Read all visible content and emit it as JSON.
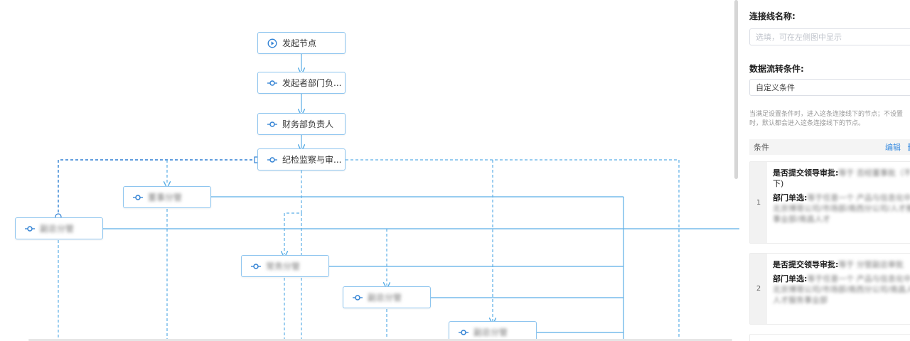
{
  "flow": {
    "nodes": [
      {
        "id": "start",
        "label": "发起节点",
        "icon": "play-circle-icon",
        "blurred": false
      },
      {
        "id": "n1",
        "label": "发起者部门负...",
        "icon": "node-icon",
        "blurred": false
      },
      {
        "id": "n2",
        "label": "财务部负责人",
        "icon": "node-icon",
        "blurred": false
      },
      {
        "id": "n3",
        "label": "纪检监察与审...",
        "icon": "node-icon",
        "blurred": false
      },
      {
        "id": "b1",
        "label": "董事分管",
        "icon": "node-icon",
        "blurred": true
      },
      {
        "id": "b2",
        "label": "副总分管",
        "icon": "node-icon",
        "blurred": true
      },
      {
        "id": "b3",
        "label": "常务分管",
        "icon": "node-icon",
        "blurred": true
      },
      {
        "id": "b4",
        "label": "副总分管",
        "icon": "node-icon",
        "blurred": true
      },
      {
        "id": "b5",
        "label": "副总分管",
        "icon": "node-icon",
        "blurred": true
      }
    ],
    "edge_color": "#5aaee6",
    "selected_edge_color": "#2d7fd3"
  },
  "panel": {
    "name_label": "连接线名称:",
    "name_placeholder": "选填，可在左侧图中显示",
    "cond_label": "数据流转条件:",
    "cond_value": "自定义条件",
    "hint_line1": "当满足设置条件时，进入这条连接线下的节点；不设置",
    "hint_line2": "时，默认都会进入这条连接线下的节点。",
    "cond_header": "条件",
    "edit_link": "编辑",
    "delete_link": "删",
    "conditions": [
      {
        "num": "1",
        "k1": "是否提交领导审批:",
        "v1": "等于 否经董事批（不",
        "v1b": "下)",
        "k2": "部门单选:",
        "v2": "等于任意一个 产品与信息化中",
        "v2b": "北京博哥公司/市场部/南西分公司/人才推",
        "v2c": "事业部/南昌人才"
      },
      {
        "num": "2",
        "k1": "是否提交领导审批:",
        "v1": "等于 分管副总审批",
        "k2": "部门单选:",
        "v2": "等于任意一个 产品与信息化中",
        "v2b": "北京博哥公司/市场部/南西分公司/南昌人",
        "v2c": "人才服务事业部"
      }
    ]
  }
}
